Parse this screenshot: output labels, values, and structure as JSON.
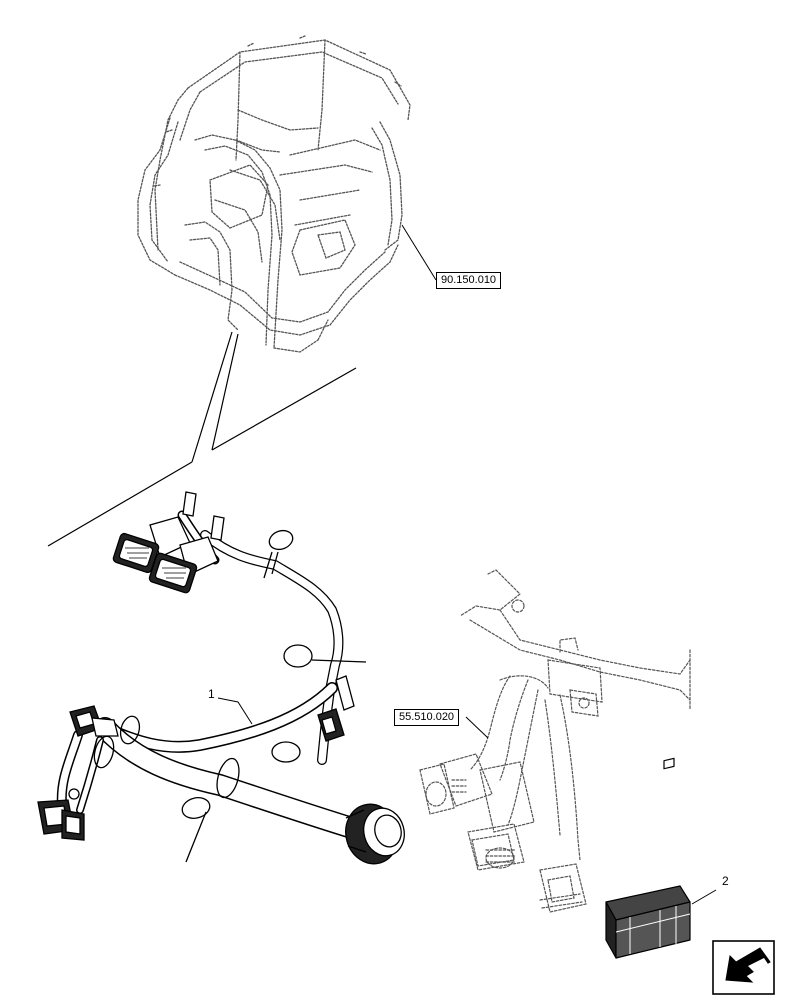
{
  "references": {
    "cab_ref": "90.150.010",
    "harness_ref": "55.510.020"
  },
  "callouts": {
    "item_1": "1",
    "item_2": "2"
  },
  "icons": {
    "navigation": "arrow-down-left-icon"
  },
  "colors": {
    "line": "#000000",
    "ghost": "#555555",
    "background": "#ffffff"
  }
}
